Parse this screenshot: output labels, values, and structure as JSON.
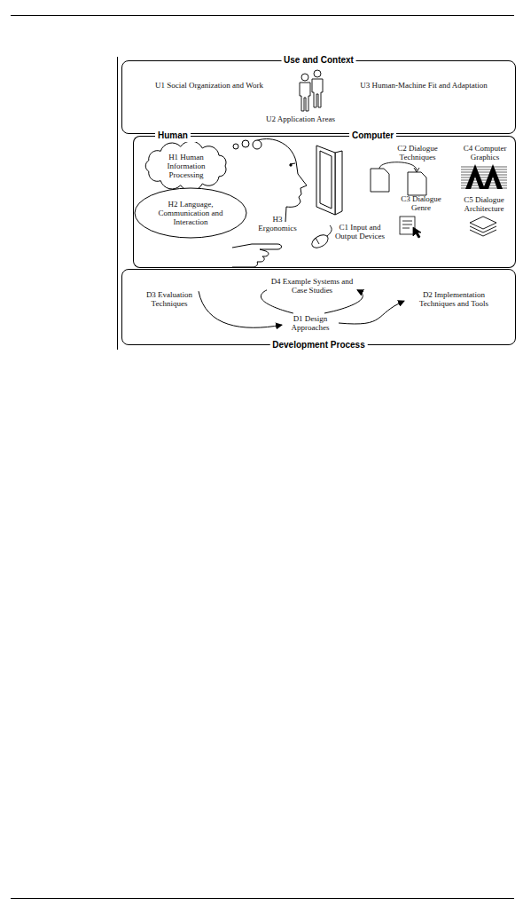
{
  "diagram": {
    "nodes": [
      {
        "text": [
          "Use and Context"
        ]
      },
      {
        "text": [
          "U1 Social Organization and Work"
        ],
        "in": 0
      },
      {
        "text": [
          "U3 Human-Machine Fit and Adaptation"
        ],
        "in": 0
      },
      {
        "text": [
          "U2 Application Areas"
        ],
        "in": 0
      },
      {
        "text": [
          "Human"
        ]
      },
      {
        "text": [
          "H1 Human Information Processing"
        ],
        "in": 4
      },
      {
        "text": [
          "H2 Language, Communication and Interaction"
        ],
        "in": 4
      },
      {
        "text": [
          "H3 Ergonomics"
        ],
        "in": 4
      },
      {
        "text": [
          "Computer"
        ]
      },
      {
        "text": [
          "C2 Dialogue Techniques"
        ],
        "in": 8
      },
      {
        "text": [
          "C4 Computer Graphics"
        ],
        "in": 8
      },
      {
        "text": [
          "C3 Dialogue Genre"
        ],
        "in": 8
      },
      {
        "text": [
          "C5 Dialogue Architecture"
        ],
        "in": 8
      },
      {
        "text": [
          "C1 Input and Output Devices"
        ],
        "in": 8
      },
      {
        "text": [
          "Development Process"
        ]
      },
      {
        "text": [
          "D4 Example Systems and Case Studies"
        ],
        "in": 14
      },
      {
        "text": [
          "D3 Evaluation Techniques"
        ],
        "in": 14
      },
      {
        "text": [
          "D2 Implementation Techniques and Tools"
        ],
        "in": 14
      },
      {
        "text": [
          "D1 Design Approaches"
        ],
        "in": 14
      }
    ],
    "edges": [
      {
        "from": 16,
        "to": 18,
        "arrow": "to"
      },
      {
        "from": 18,
        "to": 17,
        "arrow": "to"
      },
      {
        "from": 18,
        "to": 15,
        "arrow": "to"
      },
      {
        "from": 15,
        "to": 18,
        "arrow": "none"
      }
    ]
  }
}
